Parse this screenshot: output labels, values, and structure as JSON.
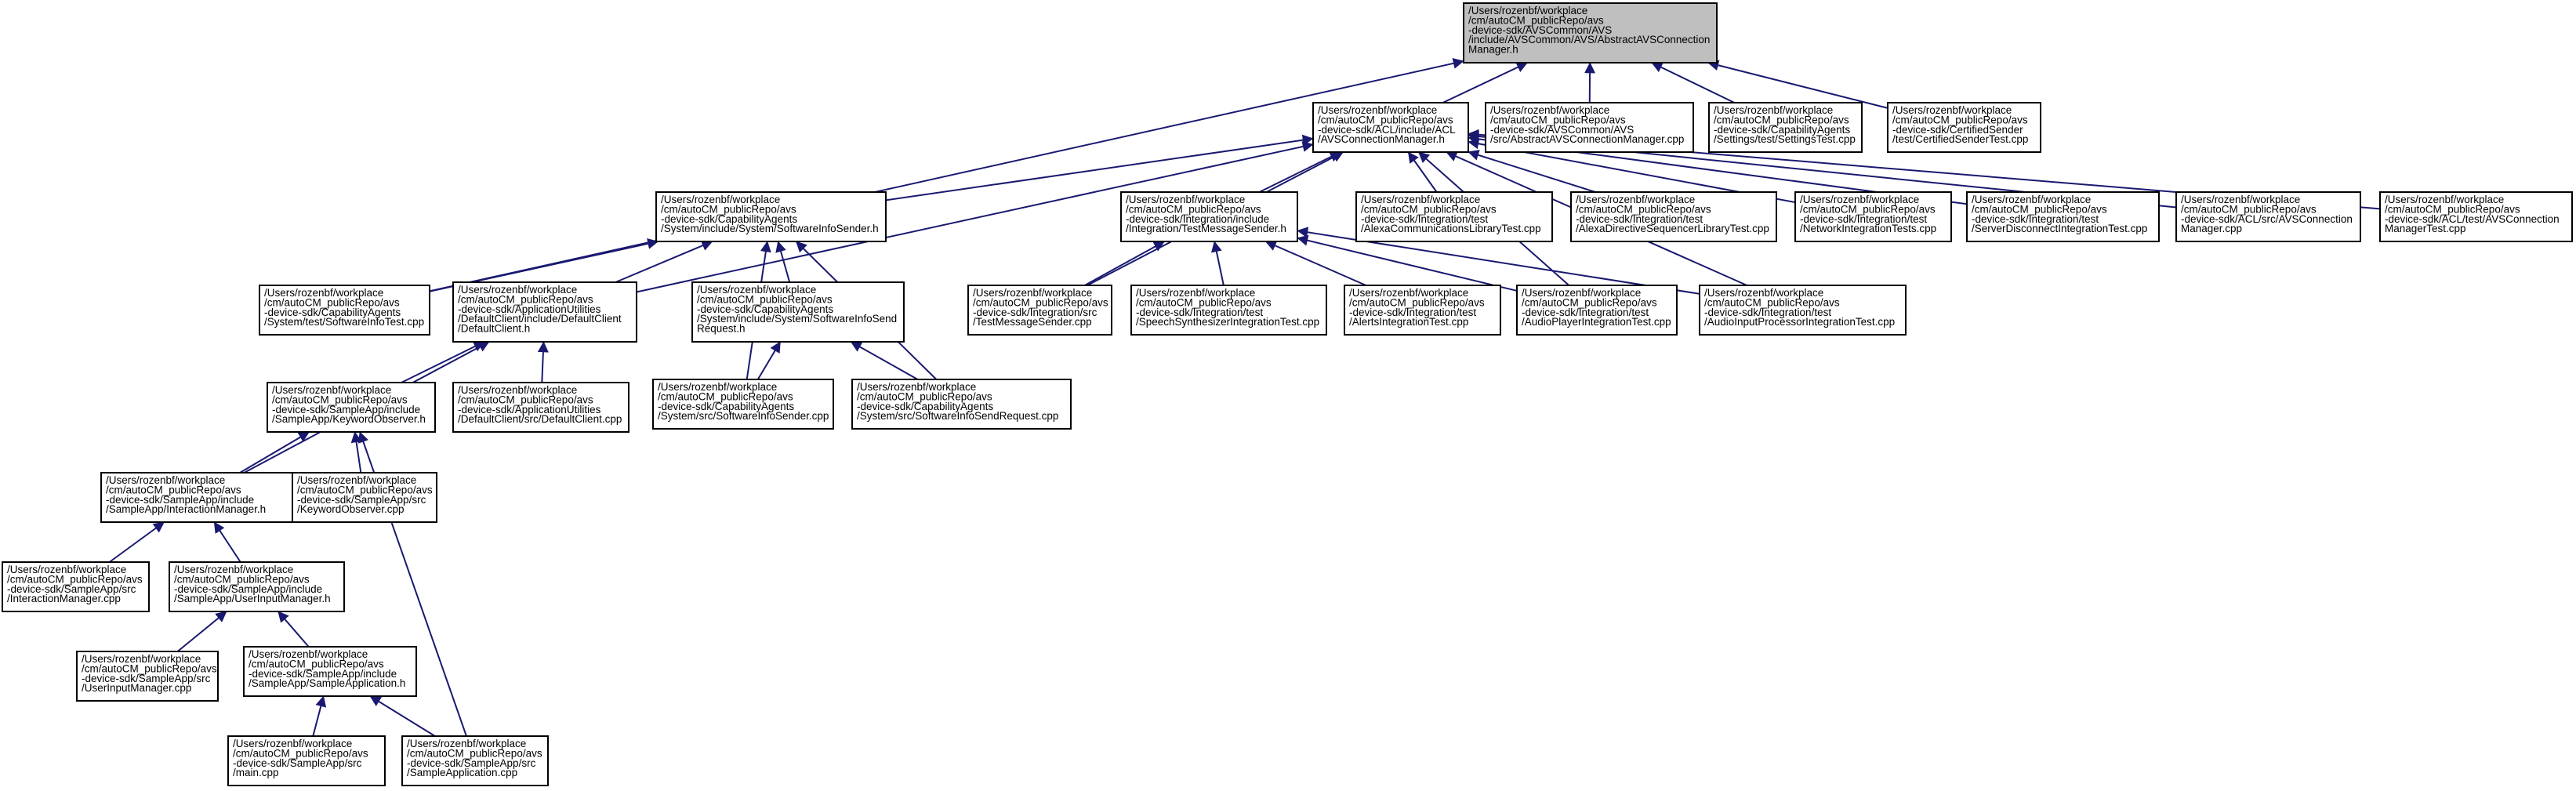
{
  "graph": {
    "edge_color": "#191970",
    "root_fill": "#bfbfbf",
    "node_fill": "#ffffff",
    "nodes": [
      {
        "id": "n0",
        "root": true,
        "lines": [
          "/Users/rozenbf/workplace",
          "/cm/autoCM_publicRepo/avs",
          "-device-sdk/AVSCommon/AVS",
          "/include/AVSCommon/AVS/AbstractAVSConnection",
          "Manager.h"
        ]
      },
      {
        "id": "n1",
        "lines": [
          "/Users/rozenbf/workplace",
          "/cm/autoCM_publicRepo/avs",
          "-device-sdk/ACL/include/ACL",
          "/AVSConnectionManager.h"
        ]
      },
      {
        "id": "n2",
        "lines": [
          "/Users/rozenbf/workplace",
          "/cm/autoCM_publicRepo/avs",
          "-device-sdk/AVSCommon/AVS",
          "/src/AbstractAVSConnectionManager.cpp"
        ]
      },
      {
        "id": "n3",
        "lines": [
          "/Users/rozenbf/workplace",
          "/cm/autoCM_publicRepo/avs",
          "-device-sdk/CapabilityAgents",
          "/Settings/test/SettingsTest.cpp"
        ]
      },
      {
        "id": "n4",
        "lines": [
          "/Users/rozenbf/workplace",
          "/cm/autoCM_publicRepo/avs",
          "-device-sdk/CertifiedSender",
          "/test/CertifiedSenderTest.cpp"
        ]
      },
      {
        "id": "n5",
        "lines": [
          "/Users/rozenbf/workplace",
          "/cm/autoCM_publicRepo/avs",
          "-device-sdk/CapabilityAgents",
          "/System/include/System/SoftwareInfoSender.h"
        ]
      },
      {
        "id": "n6",
        "lines": [
          "/Users/rozenbf/workplace",
          "/cm/autoCM_publicRepo/avs",
          "-device-sdk/Integration/include",
          "/Integration/TestMessageSender.h"
        ]
      },
      {
        "id": "n7",
        "lines": [
          "/Users/rozenbf/workplace",
          "/cm/autoCM_publicRepo/avs",
          "-device-sdk/Integration/test",
          "/AlexaCommunicationsLibraryTest.cpp"
        ]
      },
      {
        "id": "n8",
        "lines": [
          "/Users/rozenbf/workplace",
          "/cm/autoCM_publicRepo/avs",
          "-device-sdk/Integration/test",
          "/AlexaDirectiveSequencerLibraryTest.cpp"
        ]
      },
      {
        "id": "n9",
        "lines": [
          "/Users/rozenbf/workplace",
          "/cm/autoCM_publicRepo/avs",
          "-device-sdk/Integration/test",
          "/NetworkIntegrationTests.cpp"
        ]
      },
      {
        "id": "n10",
        "lines": [
          "/Users/rozenbf/workplace",
          "/cm/autoCM_publicRepo/avs",
          "-device-sdk/Integration/test",
          "/ServerDisconnectIntegrationTest.cpp"
        ]
      },
      {
        "id": "n11",
        "lines": [
          "/Users/rozenbf/workplace",
          "/cm/autoCM_publicRepo/avs",
          "-device-sdk/ACL/src/AVSConnection",
          "Manager.cpp"
        ]
      },
      {
        "id": "n12",
        "lines": [
          "/Users/rozenbf/workplace",
          "/cm/autoCM_publicRepo/avs",
          "-device-sdk/ACL/test/AVSConnection",
          "ManagerTest.cpp"
        ]
      },
      {
        "id": "n13",
        "lines": [
          "/Users/rozenbf/workplace",
          "/cm/autoCM_publicRepo/avs",
          "-device-sdk/CapabilityAgents",
          "/System/test/SoftwareInfoTest.cpp"
        ]
      },
      {
        "id": "n14",
        "lines": [
          "/Users/rozenbf/workplace",
          "/cm/autoCM_publicRepo/avs",
          "-device-sdk/ApplicationUtilities",
          "/DefaultClient/include/DefaultClient",
          "/DefaultClient.h"
        ]
      },
      {
        "id": "n15",
        "lines": [
          "/Users/rozenbf/workplace",
          "/cm/autoCM_publicRepo/avs",
          "-device-sdk/CapabilityAgents",
          "/System/include/System/SoftwareInfoSend",
          "Request.h"
        ]
      },
      {
        "id": "n16",
        "lines": [
          "/Users/rozenbf/workplace",
          "/cm/autoCM_publicRepo/avs",
          "-device-sdk/Integration/src",
          "/TestMessageSender.cpp"
        ]
      },
      {
        "id": "n17",
        "lines": [
          "/Users/rozenbf/workplace",
          "/cm/autoCM_publicRepo/avs",
          "-device-sdk/Integration/test",
          "/SpeechSynthesizerIntegrationTest.cpp"
        ]
      },
      {
        "id": "n18",
        "lines": [
          "/Users/rozenbf/workplace",
          "/cm/autoCM_publicRepo/avs",
          "-device-sdk/Integration/test",
          "/AlertsIntegrationTest.cpp"
        ]
      },
      {
        "id": "n19",
        "lines": [
          "/Users/rozenbf/workplace",
          "/cm/autoCM_publicRepo/avs",
          "-device-sdk/Integration/test",
          "/AudioPlayerIntegrationTest.cpp"
        ]
      },
      {
        "id": "n20",
        "lines": [
          "/Users/rozenbf/workplace",
          "/cm/autoCM_publicRepo/avs",
          "-device-sdk/Integration/test",
          "/AudioInputProcessorIntegrationTest.cpp"
        ]
      },
      {
        "id": "n21",
        "lines": [
          "/Users/rozenbf/workplace",
          "/cm/autoCM_publicRepo/avs",
          "-device-sdk/SampleApp/include",
          "/SampleApp/KeywordObserver.h"
        ]
      },
      {
        "id": "n22",
        "lines": [
          "/Users/rozenbf/workplace",
          "/cm/autoCM_publicRepo/avs",
          "-device-sdk/ApplicationUtilities",
          "/DefaultClient/src/DefaultClient.cpp"
        ]
      },
      {
        "id": "n23",
        "lines": [
          "/Users/rozenbf/workplace",
          "/cm/autoCM_publicRepo/avs",
          "-device-sdk/CapabilityAgents",
          "/System/src/SoftwareInfoSender.cpp"
        ]
      },
      {
        "id": "n24",
        "lines": [
          "/Users/rozenbf/workplace",
          "/cm/autoCM_publicRepo/avs",
          "-device-sdk/CapabilityAgents",
          "/System/src/SoftwareInfoSendRequest.cpp"
        ]
      },
      {
        "id": "n25",
        "lines": [
          "/Users/rozenbf/workplace",
          "/cm/autoCM_publicRepo/avs",
          "-device-sdk/SampleApp/include",
          "/SampleApp/InteractionManager.h"
        ]
      },
      {
        "id": "n26",
        "lines": [
          "/Users/rozenbf/workplace",
          "/cm/autoCM_publicRepo/avs",
          "-device-sdk/SampleApp/src",
          "/KeywordObserver.cpp"
        ]
      },
      {
        "id": "n27",
        "lines": [
          "/Users/rozenbf/workplace",
          "/cm/autoCM_publicRepo/avs",
          "-device-sdk/SampleApp/src",
          "/InteractionManager.cpp"
        ]
      },
      {
        "id": "n28",
        "lines": [
          "/Users/rozenbf/workplace",
          "/cm/autoCM_publicRepo/avs",
          "-device-sdk/SampleApp/include",
          "/SampleApp/UserInputManager.h"
        ]
      },
      {
        "id": "n29",
        "lines": [
          "/Users/rozenbf/workplace",
          "/cm/autoCM_publicRepo/avs",
          "-device-sdk/SampleApp/src",
          "/UserInputManager.cpp"
        ]
      },
      {
        "id": "n30",
        "lines": [
          "/Users/rozenbf/workplace",
          "/cm/autoCM_publicRepo/avs",
          "-device-sdk/SampleApp/include",
          "/SampleApp/SampleApplication.h"
        ]
      },
      {
        "id": "n31",
        "lines": [
          "/Users/rozenbf/workplace",
          "/cm/autoCM_publicRepo/avs",
          "-device-sdk/SampleApp/src",
          "/main.cpp"
        ]
      },
      {
        "id": "n32",
        "lines": [
          "/Users/rozenbf/workplace",
          "/cm/autoCM_publicRepo/avs",
          "-device-sdk/SampleApp/src",
          "/SampleApplication.cpp"
        ]
      }
    ],
    "edges": [
      [
        "n0",
        "n1"
      ],
      [
        "n0",
        "n2"
      ],
      [
        "n0",
        "n3"
      ],
      [
        "n0",
        "n4"
      ],
      [
        "n0",
        "n13"
      ],
      [
        "n1",
        "n5"
      ],
      [
        "n1",
        "n6"
      ],
      [
        "n1",
        "n7"
      ],
      [
        "n1",
        "n8"
      ],
      [
        "n1",
        "n9"
      ],
      [
        "n1",
        "n10"
      ],
      [
        "n1",
        "n11"
      ],
      [
        "n1",
        "n12"
      ],
      [
        "n1",
        "n14"
      ],
      [
        "n1",
        "n16"
      ],
      [
        "n1",
        "n19"
      ],
      [
        "n1",
        "n20"
      ],
      [
        "n5",
        "n13"
      ],
      [
        "n5",
        "n14"
      ],
      [
        "n5",
        "n15"
      ],
      [
        "n5",
        "n23"
      ],
      [
        "n5",
        "n24"
      ],
      [
        "n6",
        "n16"
      ],
      [
        "n6",
        "n17"
      ],
      [
        "n6",
        "n18"
      ],
      [
        "n6",
        "n19"
      ],
      [
        "n6",
        "n20"
      ],
      [
        "n15",
        "n23"
      ],
      [
        "n15",
        "n24"
      ],
      [
        "n14",
        "n21"
      ],
      [
        "n14",
        "n22"
      ],
      [
        "n14",
        "n25"
      ],
      [
        "n21",
        "n25"
      ],
      [
        "n21",
        "n26"
      ],
      [
        "n21",
        "n32"
      ],
      [
        "n25",
        "n27"
      ],
      [
        "n25",
        "n28"
      ],
      [
        "n28",
        "n29"
      ],
      [
        "n28",
        "n30"
      ],
      [
        "n30",
        "n31"
      ],
      [
        "n30",
        "n32"
      ]
    ]
  }
}
